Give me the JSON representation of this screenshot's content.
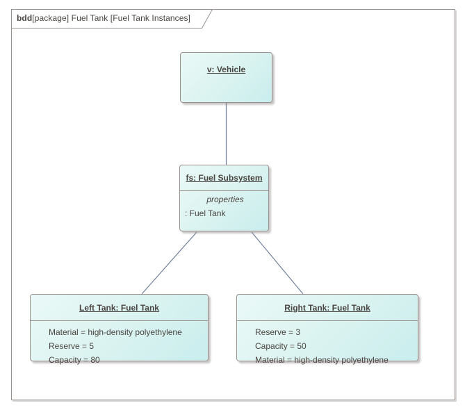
{
  "frame": {
    "keyword": "bdd",
    "label": "[package] Fuel Tank [Fuel Tank Instances]"
  },
  "nodes": {
    "vehicle": {
      "title": "v: Vehicle"
    },
    "fuel_subsystem": {
      "title": "fs: Fuel Subsystem",
      "compartment_label": "properties",
      "properties": [
        ": Fuel Tank"
      ]
    },
    "left_tank": {
      "title": "Left Tank: Fuel Tank",
      "properties": [
        "Material = high-density polyethylene",
        "Reserve = 5",
        "Capacity = 80"
      ]
    },
    "right_tank": {
      "title": "Right Tank: Fuel Tank",
      "properties": [
        "Reserve = 3",
        "Capacity = 50",
        "Material = high-density polyethylene"
      ]
    }
  },
  "connectors": [
    {
      "from": "vehicle",
      "to": "fuel_subsystem"
    },
    {
      "from": "fuel_subsystem",
      "to": "left_tank"
    },
    {
      "from": "fuel_subsystem",
      "to": "right_tank"
    }
  ],
  "colors": {
    "node_fill_light": "#eaf9f7",
    "node_fill_dark": "#c9eded",
    "node_border": "#9b908b",
    "connector": "#72809c",
    "frame_border": "#96908e",
    "text": "#4a4542"
  }
}
